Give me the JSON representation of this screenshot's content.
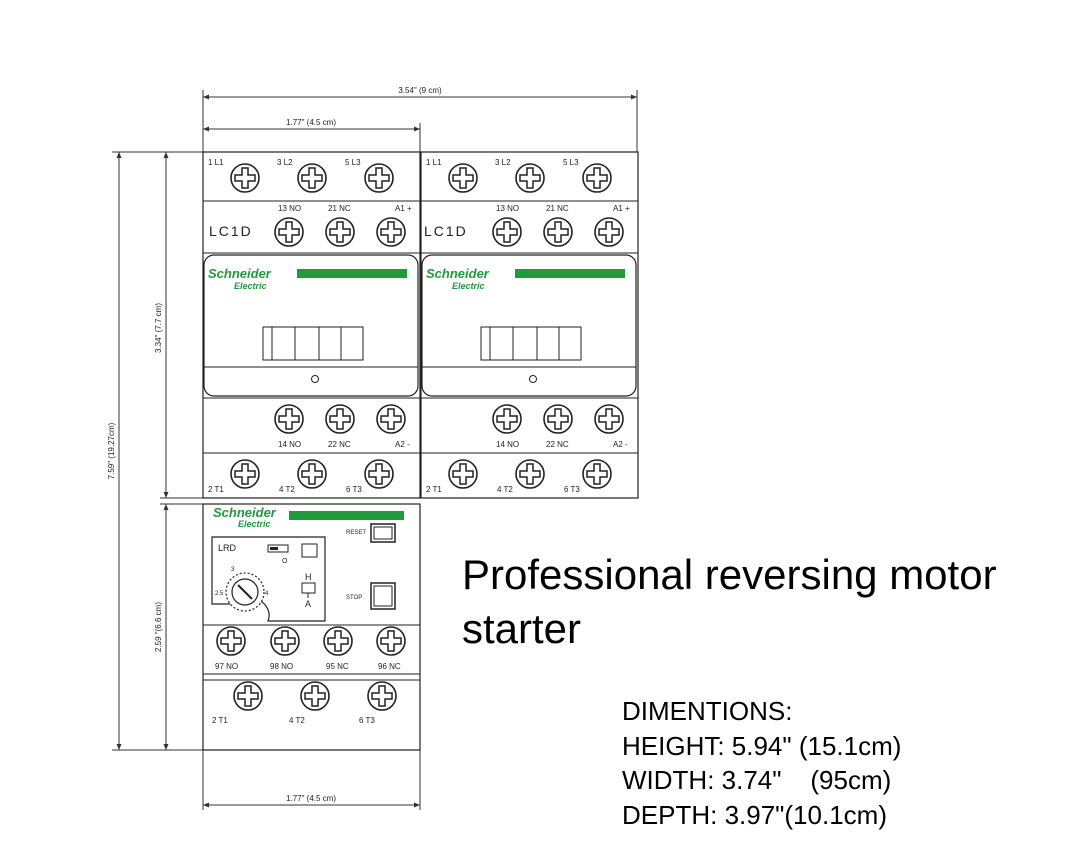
{
  "dimensions_diagram": {
    "overall_width": "3.54\" (9 cm)",
    "unit_width": "1.77\" (4.5 cm)",
    "overall_height": "7.59\" (19.27cm)",
    "contactor_height": "3.34\" (7.7 cm)",
    "relay_height": "2.59 \"(6.6 cm)",
    "relay_width": "1.77\" (4.5 cm)"
  },
  "contactors": [
    {
      "model": "LC1D",
      "top_terminals": [
        "1 L1",
        "3 L2",
        "5 L3"
      ],
      "aux_top": [
        "13 NO",
        "21 NC",
        "A1 +"
      ],
      "aux_bottom": [
        "14 NO",
        "22 NC",
        "A2 -"
      ],
      "bottom_terminals": [
        "2 T1",
        "4 T2",
        "6 T3"
      ],
      "brand_top": "Schneider",
      "brand_bottom": "Electric"
    },
    {
      "model": "LC1D",
      "top_terminals": [
        "1 L1",
        "3 L2",
        "5 L3"
      ],
      "aux_top": [
        "13 NO",
        "21 NC",
        "A1 +"
      ],
      "aux_bottom": [
        "14 NO",
        "22 NC",
        "A2 -"
      ],
      "bottom_terminals": [
        "2 T1",
        "4 T2",
        "6 T3"
      ],
      "brand_top": "Schneider",
      "brand_bottom": "Electric"
    }
  ],
  "overload_relay": {
    "brand_top": "Schneider",
    "brand_bottom": "Electric",
    "model": "LRD",
    "reset_label": "RESET",
    "stop_label": "STOP",
    "dial_labels": [
      "3",
      "2.5",
      "4"
    ],
    "switch_o": "O",
    "switch_h": "H",
    "switch_a": "A",
    "aux_terminals": [
      "97 NO",
      "98 NO",
      "95 NC",
      "96 NC"
    ],
    "output_terminals": [
      "2 T1",
      "4 T2",
      "6 T3"
    ]
  },
  "product_title": [
    "Professional reversing motor",
    "starter"
  ],
  "specs": {
    "heading": "DIMENTIONS:",
    "height": "HEIGHT: 5.94\" (15.1cm)",
    "width": "WIDTH: 3.74\"    (95cm)",
    "depth": "DEPTH: 3.97\"(10.1cm)"
  },
  "colors": {
    "brand_green": "#1f9a3c",
    "line": "#222222"
  }
}
